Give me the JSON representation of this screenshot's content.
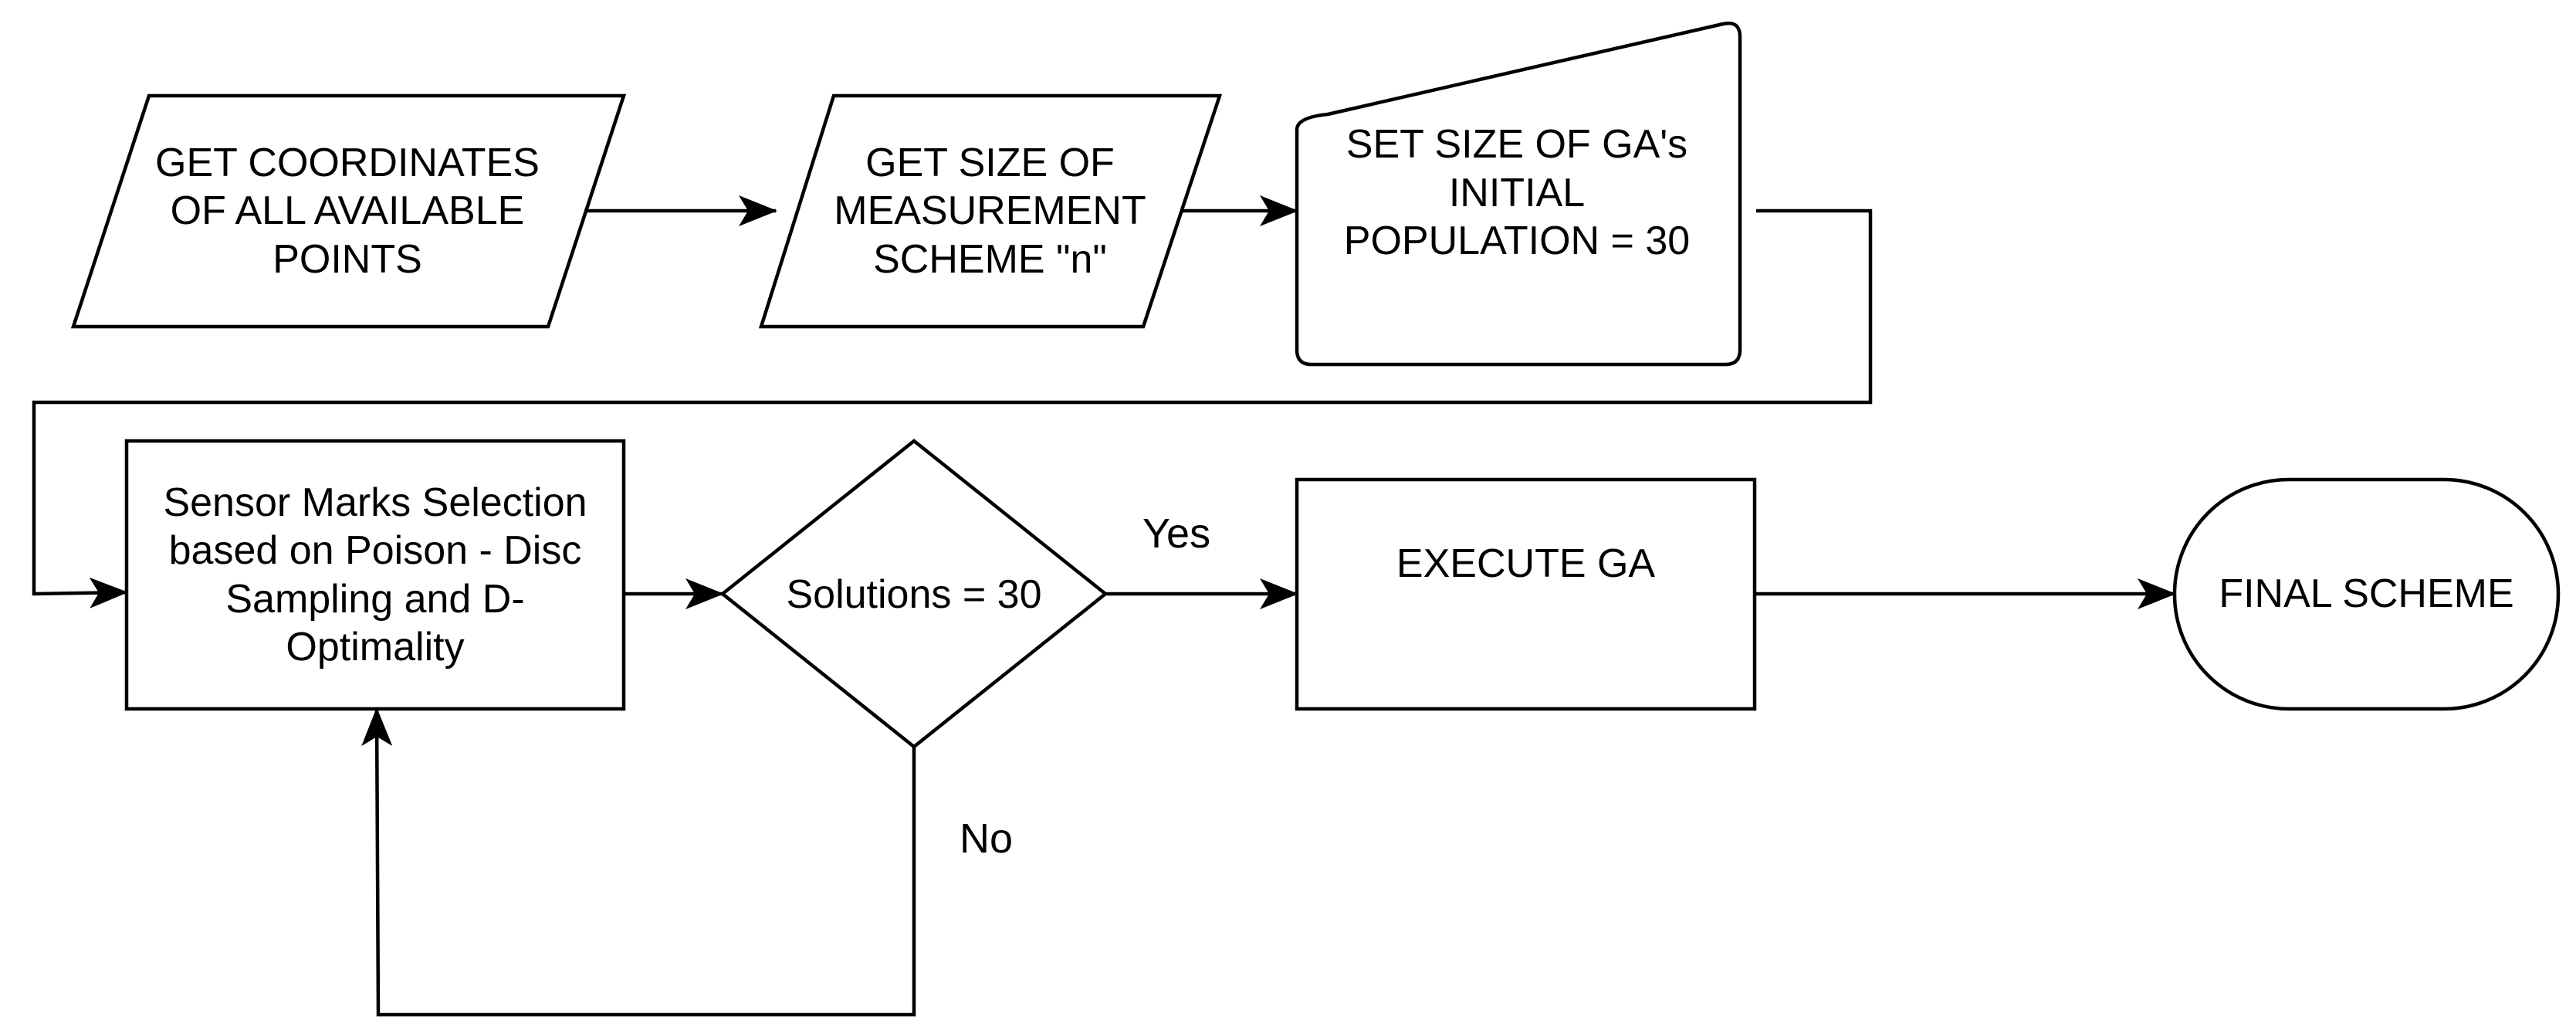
{
  "nodes": {
    "get_coordinates": "GET COORDINATES\nOF ALL AVAILABLE\nPOINTS",
    "get_size": "GET SIZE OF\nMEASUREMENT\nSCHEME \"n\"",
    "set_size": "SET SIZE OF GA's\nINITIAL\nPOPULATION  = 30",
    "sensor_selection": "Sensor Marks Selection\nbased on Poison - Disc\nSampling and D-\nOptimality",
    "solutions_check": "Solutions = 30",
    "execute_ga": "EXECUTE GA",
    "final_scheme": "FINAL SCHEME"
  },
  "edge_labels": {
    "yes": "Yes",
    "no": "No"
  }
}
